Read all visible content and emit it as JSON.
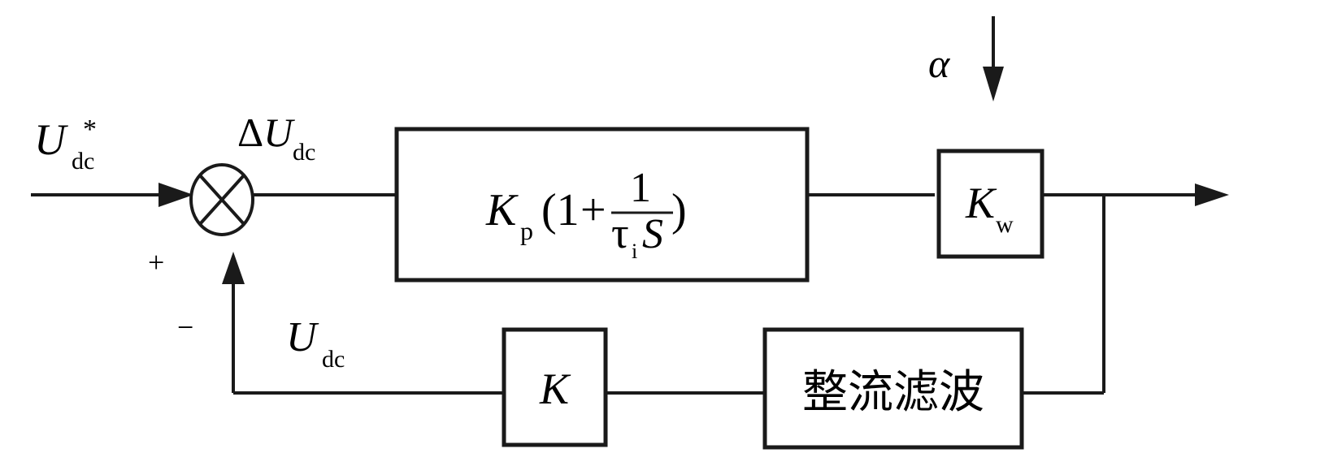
{
  "signals": {
    "reference": {
      "main": "U",
      "sub": "dc",
      "sup": "*"
    },
    "error": {
      "delta": "Δ",
      "main": "U",
      "sub": "dc"
    },
    "feedback": {
      "main": "U",
      "sub": "dc"
    },
    "disturbance": "α"
  },
  "summing_junction": {
    "plus": "+",
    "minus": "−"
  },
  "blocks": {
    "pi": {
      "k": "K",
      "k_sub": "p",
      "open": "(1",
      "plus": "+",
      "num": "1",
      "tau": "τ",
      "tau_sub": "i",
      "s": "S",
      "close": ")"
    },
    "gain_kw": {
      "main": "K",
      "sub": "w"
    },
    "gain_k": {
      "main": "K"
    },
    "rectifier_filter": {
      "label": "整流滤波"
    }
  },
  "colors": {
    "stroke": "#1a1a1a",
    "background": "#ffffff"
  }
}
